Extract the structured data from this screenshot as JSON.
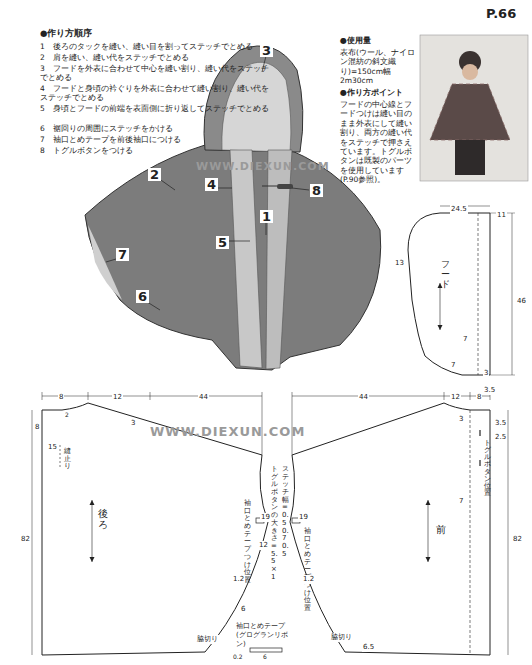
{
  "diagram": {
    "nodes": [
      {
        "text": [
          "フード"
        ]
      },
      {
        "text": [
          "後ろ"
        ]
      },
      {
        "text": [
          "前"
        ]
      }
    ],
    "labels": [
      "●作り方順序",
      "1　後ろのタックを縫い、縫い目を割ってステッチでとめる",
      "2　肩を縫い、縫い代をステッチでとめる",
      "3　フードを外表に合わせて中心を縫い割り、縫い代をステッチでとめる",
      "4　フードと身頃の衿ぐりを外表に合わせて縫い割り、縫い代をステッチでとめる",
      "5　身頃とフードの前端を表面側に折り返してステッチでとめる",
      "6　裾回りの周囲にステッチをかける",
      "7　袖口とめテープを前後袖口につける",
      "8　トグルボタンをつける",
      "P.66",
      "●使用量",
      "表布(ウール、ナイロン混紡の斜文織り)=150cm幅 2m30cm",
      "●作り方ポイント",
      "フードの中心線とフードつけは縫い目のまま外表にして縫い割り、両方の縫い代をステッチで押さえています。トグルボタンは既製のパーツを使用しています(P.90参照)。",
      "WWW.DIEXUN.COM",
      "WWW.DIEXUN.COM",
      "3",
      "2",
      "4",
      "8",
      "1",
      "5",
      "7",
      "6",
      "24.5",
      "11",
      "13",
      "46",
      "7",
      "7",
      "3",
      "3.5",
      "8",
      "12",
      "44",
      "2",
      "3",
      "8",
      "15",
      "縫止り",
      "82",
      "19",
      "12",
      "袖口とめテープつけ位置",
      "1.2",
      "6",
      "脇切り",
      "トグルボタンの大きさ=5.5×1",
      "ステッチ幅=0.5 0.7 0.5",
      "袖口とめテープ (グログランリボン)",
      "0.2",
      "6",
      "44",
      "12",
      "8",
      "3",
      "3.5",
      "2.5",
      "トグルボタン位置",
      "7",
      "19",
      "袖口とめテープつけ位置",
      "1.2",
      "82",
      "6.5",
      "脇切り"
    ]
  }
}
